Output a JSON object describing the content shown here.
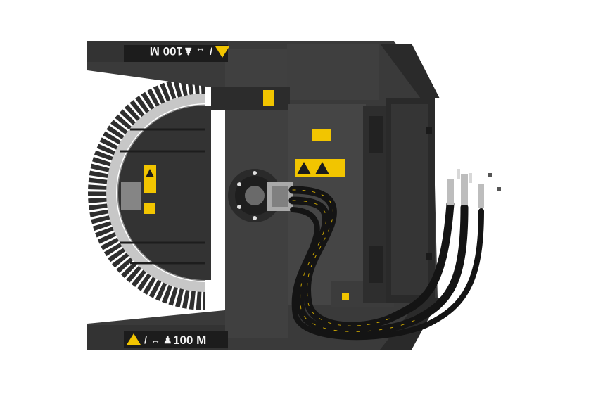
{
  "product": {
    "subject": "brush-cutter-attachment",
    "view": "top"
  },
  "decals": {
    "warning_distance_top": "100 M",
    "warning_distance_bottom": "100 M"
  },
  "colors": {
    "background": "#ffffff",
    "deck": "#3a3a3a",
    "deck_dark": "#2a2a2a",
    "deck_light": "#4a4a4a",
    "hose": "#141414",
    "hose_stripe": "#c9a400",
    "warning_yellow": "#f2c500",
    "decal_bg": "#1c1c1c",
    "blade": "#c7c7c7",
    "fitting": "#bdbdbd"
  },
  "icons": [
    "warning-triangle-icon",
    "thrown-object-icon",
    "double-arrow-icon",
    "person-icon"
  ]
}
